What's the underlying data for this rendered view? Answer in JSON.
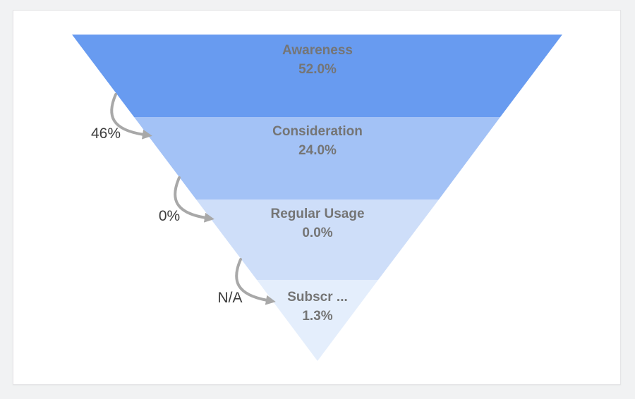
{
  "chart_data": {
    "type": "funnel",
    "title": "",
    "orientation": "inverted-pyramid",
    "categories": [
      "Awareness",
      "Consideration",
      "Regular Usage",
      "Subscr ..."
    ],
    "values": [
      52.0,
      24.0,
      0.0,
      1.3
    ],
    "stages": [
      {
        "label": "Awareness",
        "value": 52.0,
        "value_label": "52.0%",
        "color": "#689bf0"
      },
      {
        "label": "Consideration",
        "value": 24.0,
        "value_label": "24.0%",
        "color": "#a3c2f6"
      },
      {
        "label": "Regular Usage",
        "value": 0.0,
        "value_label": "0.0%",
        "color": "#cedef9"
      },
      {
        "label": "Subscr ...",
        "value": 1.3,
        "value_label": "1.3%",
        "color": "#e4eefc"
      }
    ],
    "conversion_rates": [
      {
        "label": "46%"
      },
      {
        "label": "0%"
      },
      {
        "label": "N/A"
      }
    ],
    "label_color": "#757575",
    "conversion_label_color": "#3d3d3d",
    "arrow_color": "#a8a8a8"
  }
}
